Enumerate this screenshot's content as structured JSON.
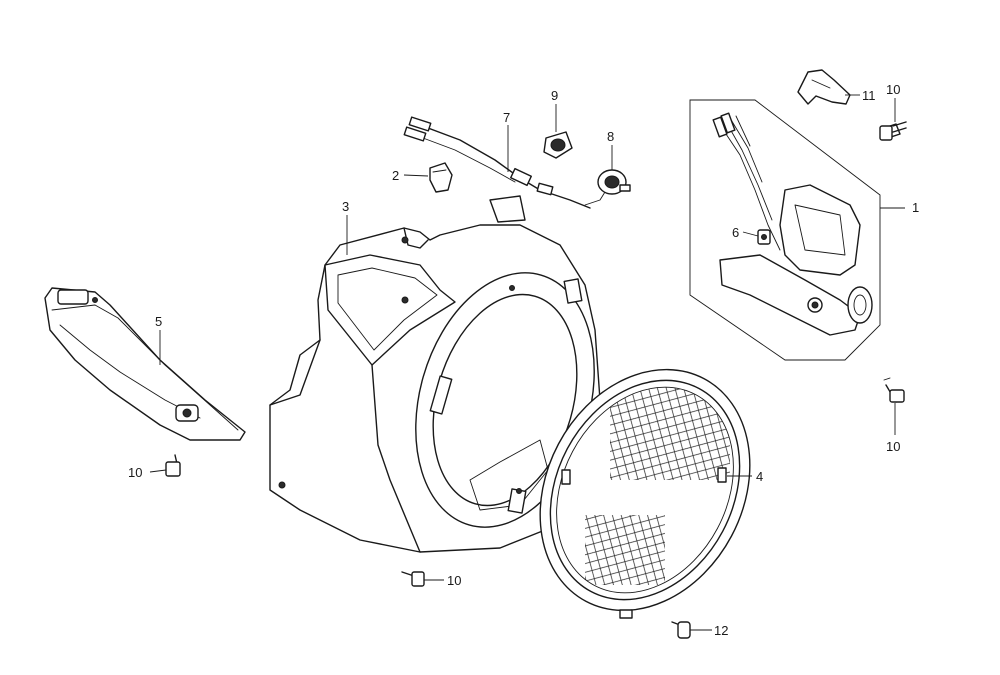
{
  "callouts": [
    {
      "id": "c1",
      "text": "1"
    },
    {
      "id": "c2",
      "text": "2"
    },
    {
      "id": "c3",
      "text": "3"
    },
    {
      "id": "c4",
      "text": "4"
    },
    {
      "id": "c5",
      "text": "5"
    },
    {
      "id": "c6",
      "text": "6"
    },
    {
      "id": "c7",
      "text": "7"
    },
    {
      "id": "c8",
      "text": "8"
    },
    {
      "id": "c9",
      "text": "9"
    },
    {
      "id": "c10a",
      "text": "10"
    },
    {
      "id": "c10b",
      "text": "10"
    },
    {
      "id": "c10c",
      "text": "10"
    },
    {
      "id": "c10d",
      "text": "10"
    },
    {
      "id": "c11",
      "text": "11"
    },
    {
      "id": "c12",
      "text": "12"
    }
  ]
}
